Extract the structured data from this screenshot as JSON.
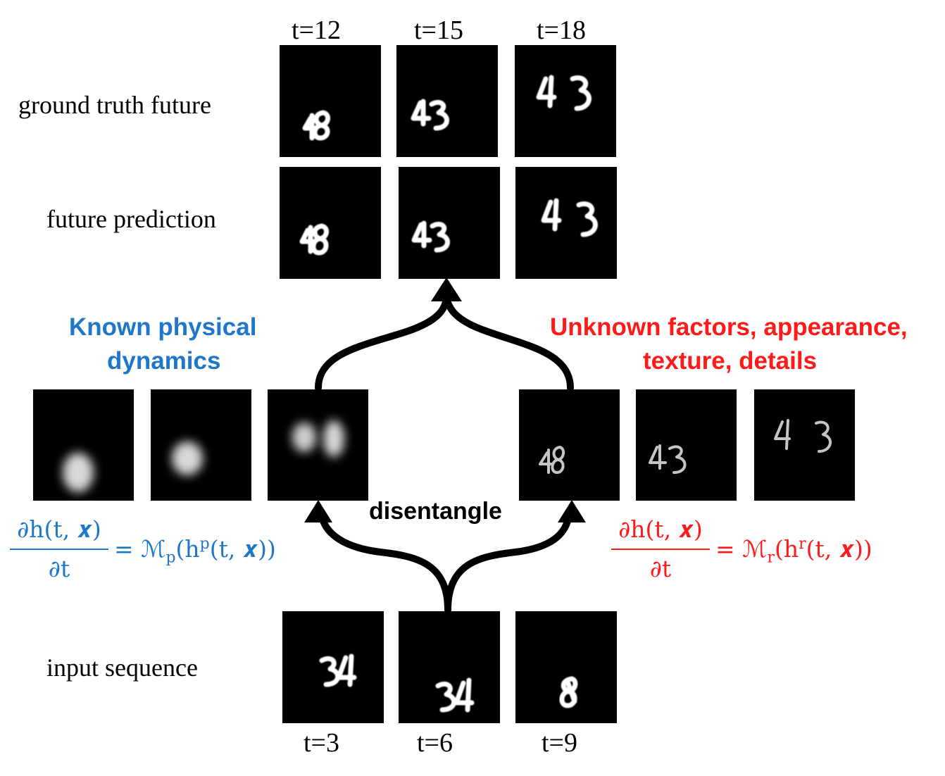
{
  "top_time_labels": [
    "t=12",
    "t=15",
    "t=18"
  ],
  "bottom_time_labels": [
    "t=3",
    "t=6",
    "t=9"
  ],
  "row_labels": {
    "ground_truth": "ground truth future",
    "prediction": "future prediction",
    "input": "input sequence"
  },
  "known_label": {
    "line1": "Known physical",
    "line2": "dynamics",
    "color": "#1f77c9"
  },
  "unknown_label": {
    "line1": "Unknown factors, appearance,",
    "line2": "texture, details",
    "color": "#ff1a1a"
  },
  "center_label": "disentangle",
  "equation_left": {
    "numerator": "∂h(t, 𝒙)",
    "denominator": "∂t",
    "rhs": "= ℳ",
    "sub": "p",
    "rhs_tail_a": "(h",
    "sup": "p",
    "rhs_tail_b": "(t, 𝒙))",
    "color": "#1f77c9"
  },
  "equation_right": {
    "numerator": "∂h(t, 𝒙)",
    "denominator": "∂t",
    "rhs": "= ℳ",
    "sub": "r",
    "rhs_tail_a": "(h",
    "sup": "r",
    "rhs_tail_b": "(t, 𝒙))",
    "color": "#ff1a1a"
  },
  "frames": {
    "ground_truth": [
      "48",
      "43",
      "4 3"
    ],
    "prediction": [
      "48",
      "43",
      "4 3"
    ],
    "input": [
      "34",
      "34",
      "8"
    ],
    "physical": [
      "blob",
      "blob",
      "blob pair"
    ],
    "residual": [
      "48",
      "43",
      "4 3"
    ]
  }
}
